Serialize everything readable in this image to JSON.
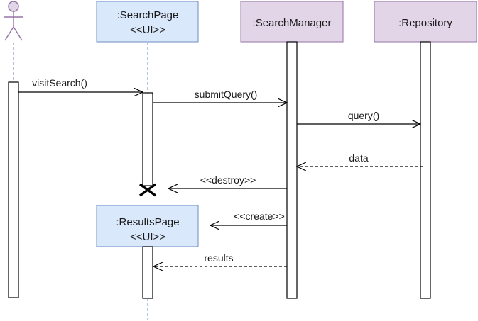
{
  "colors": {
    "ui_fill": "#dae8fc",
    "ui_stroke": "#6c8ebf",
    "ctrl_fill": "#e1d5e7",
    "ctrl_stroke": "#9673a6",
    "actor_stroke": "#9673a6",
    "line": "#000000",
    "lifeline": "#6c8ebf"
  },
  "participants": {
    "actor": {
      "icon": "actor-stick-figure-icon"
    },
    "search_page": {
      "name": ":SearchPage",
      "stereotype": "<<UI>>"
    },
    "search_manager": {
      "name": ":SearchManager"
    },
    "repository": {
      "name": ":Repository"
    },
    "results_page": {
      "name": ":ResultsPage",
      "stereotype": "<<UI>>"
    }
  },
  "messages": {
    "visit_search": "visitSearch()",
    "submit_query": "submitQuery()",
    "query": "query()",
    "data": "data",
    "destroy": "<<destroy>>",
    "create": "<<create>>",
    "results": "results"
  },
  "destroy_marker": {
    "icon": "destroy-x-icon"
  }
}
